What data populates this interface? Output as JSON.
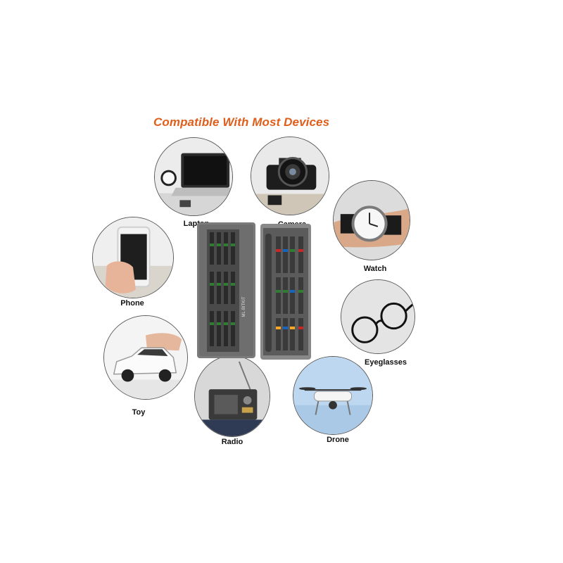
{
  "headline": "Compatible With Most Devices",
  "devices": [
    {
      "label": "Laptop",
      "icon": "laptop-icon"
    },
    {
      "label": "Camera",
      "icon": "camera-icon"
    },
    {
      "label": "Watch",
      "icon": "watch-icon"
    },
    {
      "label": "Phone",
      "icon": "phone-icon"
    },
    {
      "label": "Eyeglasses",
      "icon": "eyeglasses-icon"
    },
    {
      "label": "Toy",
      "icon": "toy-car-icon"
    },
    {
      "label": "Radio",
      "icon": "radio-icon"
    },
    {
      "label": "Drone",
      "icon": "drone-icon"
    }
  ],
  "product": {
    "case_print": "ML·BITKIT",
    "case_color": "#6f6f6f",
    "bit_colors": [
      "#2e7d32",
      "#1565c0",
      "#c62828",
      "#f9a825"
    ]
  }
}
